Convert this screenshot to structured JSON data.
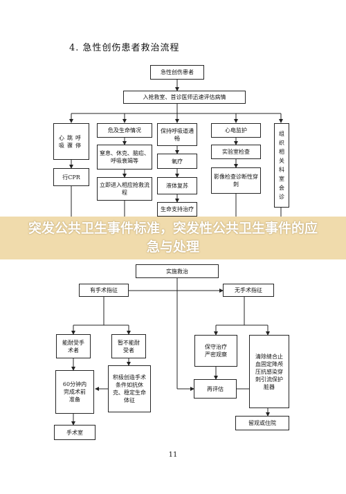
{
  "page": {
    "section_title": "4. 急性创伤患者救治流程",
    "page_number": "11"
  },
  "flowchart": {
    "start": "急性创伤患者",
    "triage": "入抢救室、首诊医师迅速评估病情",
    "column1": {
      "head": "心跳呼吸骤停",
      "step1": "行CPR"
    },
    "column2": {
      "head": "危及生命情况",
      "step1": "窒息、休克、脑疝、呼吸衰竭等",
      "step2": "立即进入相应抢救流程"
    },
    "column3": {
      "head": "保持呼吸道通畅",
      "step1": "氧疗",
      "step2": "液体复苏",
      "step3": "生命支持治疗",
      "step4": "实施救治"
    },
    "column4": {
      "head": "心电监护",
      "step1": "实验室检查",
      "step2": "影像检查诊断性穿刺"
    },
    "column5": {
      "head": "组织相关科室会诊"
    },
    "surgery_branch": {
      "head": "有手术指征",
      "tolerant": "能耐受手术者",
      "intolerant": "暂不能耐受者",
      "prepare": "60分钟内完成术前准备",
      "stabilize": "积极创造手术条件如抗休克、稳定生命体征",
      "operating_room": "手术室"
    },
    "no_surgery_branch": {
      "head": "无手术指征",
      "conservative": "保守治疗严密观察",
      "reevaluate": "再评估",
      "measures": "清除缝合止血固定降颅压抗感染穿刺引流保护脏器",
      "observe": "留观或住院"
    }
  },
  "banner": {
    "text": "突发公共卫生事件标准，突发性公共卫生事件的应急与处理"
  }
}
